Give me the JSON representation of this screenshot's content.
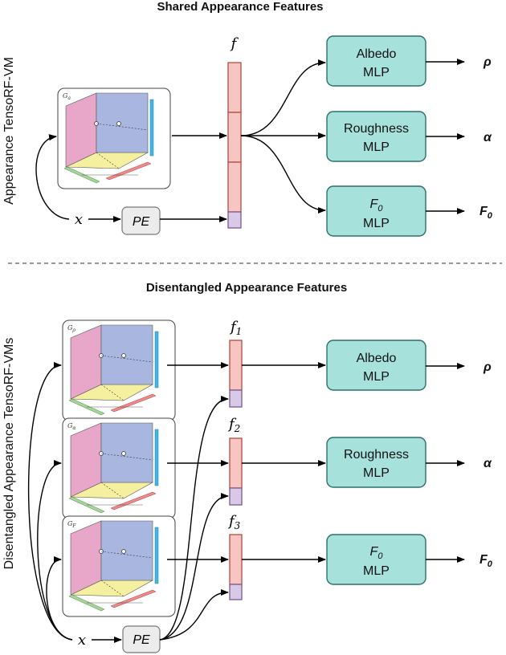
{
  "top": {
    "title": "Shared Appearance Features",
    "side_label": "Appearance TensoRF-VM",
    "feature_label": "f",
    "input_label": "x",
    "pe_label": "PE",
    "mlps": [
      {
        "line1": "Albedo",
        "line2": "MLP",
        "output": "ρ"
      },
      {
        "line1": "Roughness",
        "line2": "MLP",
        "output": "α"
      },
      {
        "line1": "F",
        "line1_sub": "0",
        "line2": "MLP",
        "output": "F",
        "output_sub": "0"
      }
    ],
    "vm_tag": "G",
    "vm_tag_sub": "a"
  },
  "bottom": {
    "title": "Disentangled Appearance Features",
    "side_label": "Disentangled Appearance TensoRF-VMs",
    "feature_labels": [
      {
        "base": "f",
        "sub": "1"
      },
      {
        "base": "f",
        "sub": "2"
      },
      {
        "base": "f",
        "sub": "3"
      }
    ],
    "input_label": "x",
    "pe_label": "PE",
    "mlps": [
      {
        "line1": "Albedo",
        "line2": "MLP",
        "output": "ρ"
      },
      {
        "line1": "Roughness",
        "line2": "MLP",
        "output": "α"
      },
      {
        "line1": "F",
        "line1_sub": "0",
        "line2": "MLP",
        "output": "F",
        "output_sub": "0"
      }
    ],
    "vm_tags": [
      {
        "base": "G",
        "sub": "ρ"
      },
      {
        "base": "G",
        "sub": "α"
      },
      {
        "base": "G",
        "sub": "F"
      }
    ]
  },
  "colors": {
    "mlp_fill": "#a6e1dc",
    "feature_red": "#f7c6c2",
    "feature_purple": "#d9c8e6",
    "plane_pink": "#e8a6c8",
    "plane_blue": "#a9b7e0",
    "plane_yellow": "#f5f0a0",
    "vector_cyan": "#3fb7e6",
    "vector_green": "#a6d49a",
    "vector_red": "#ef8a8a"
  }
}
